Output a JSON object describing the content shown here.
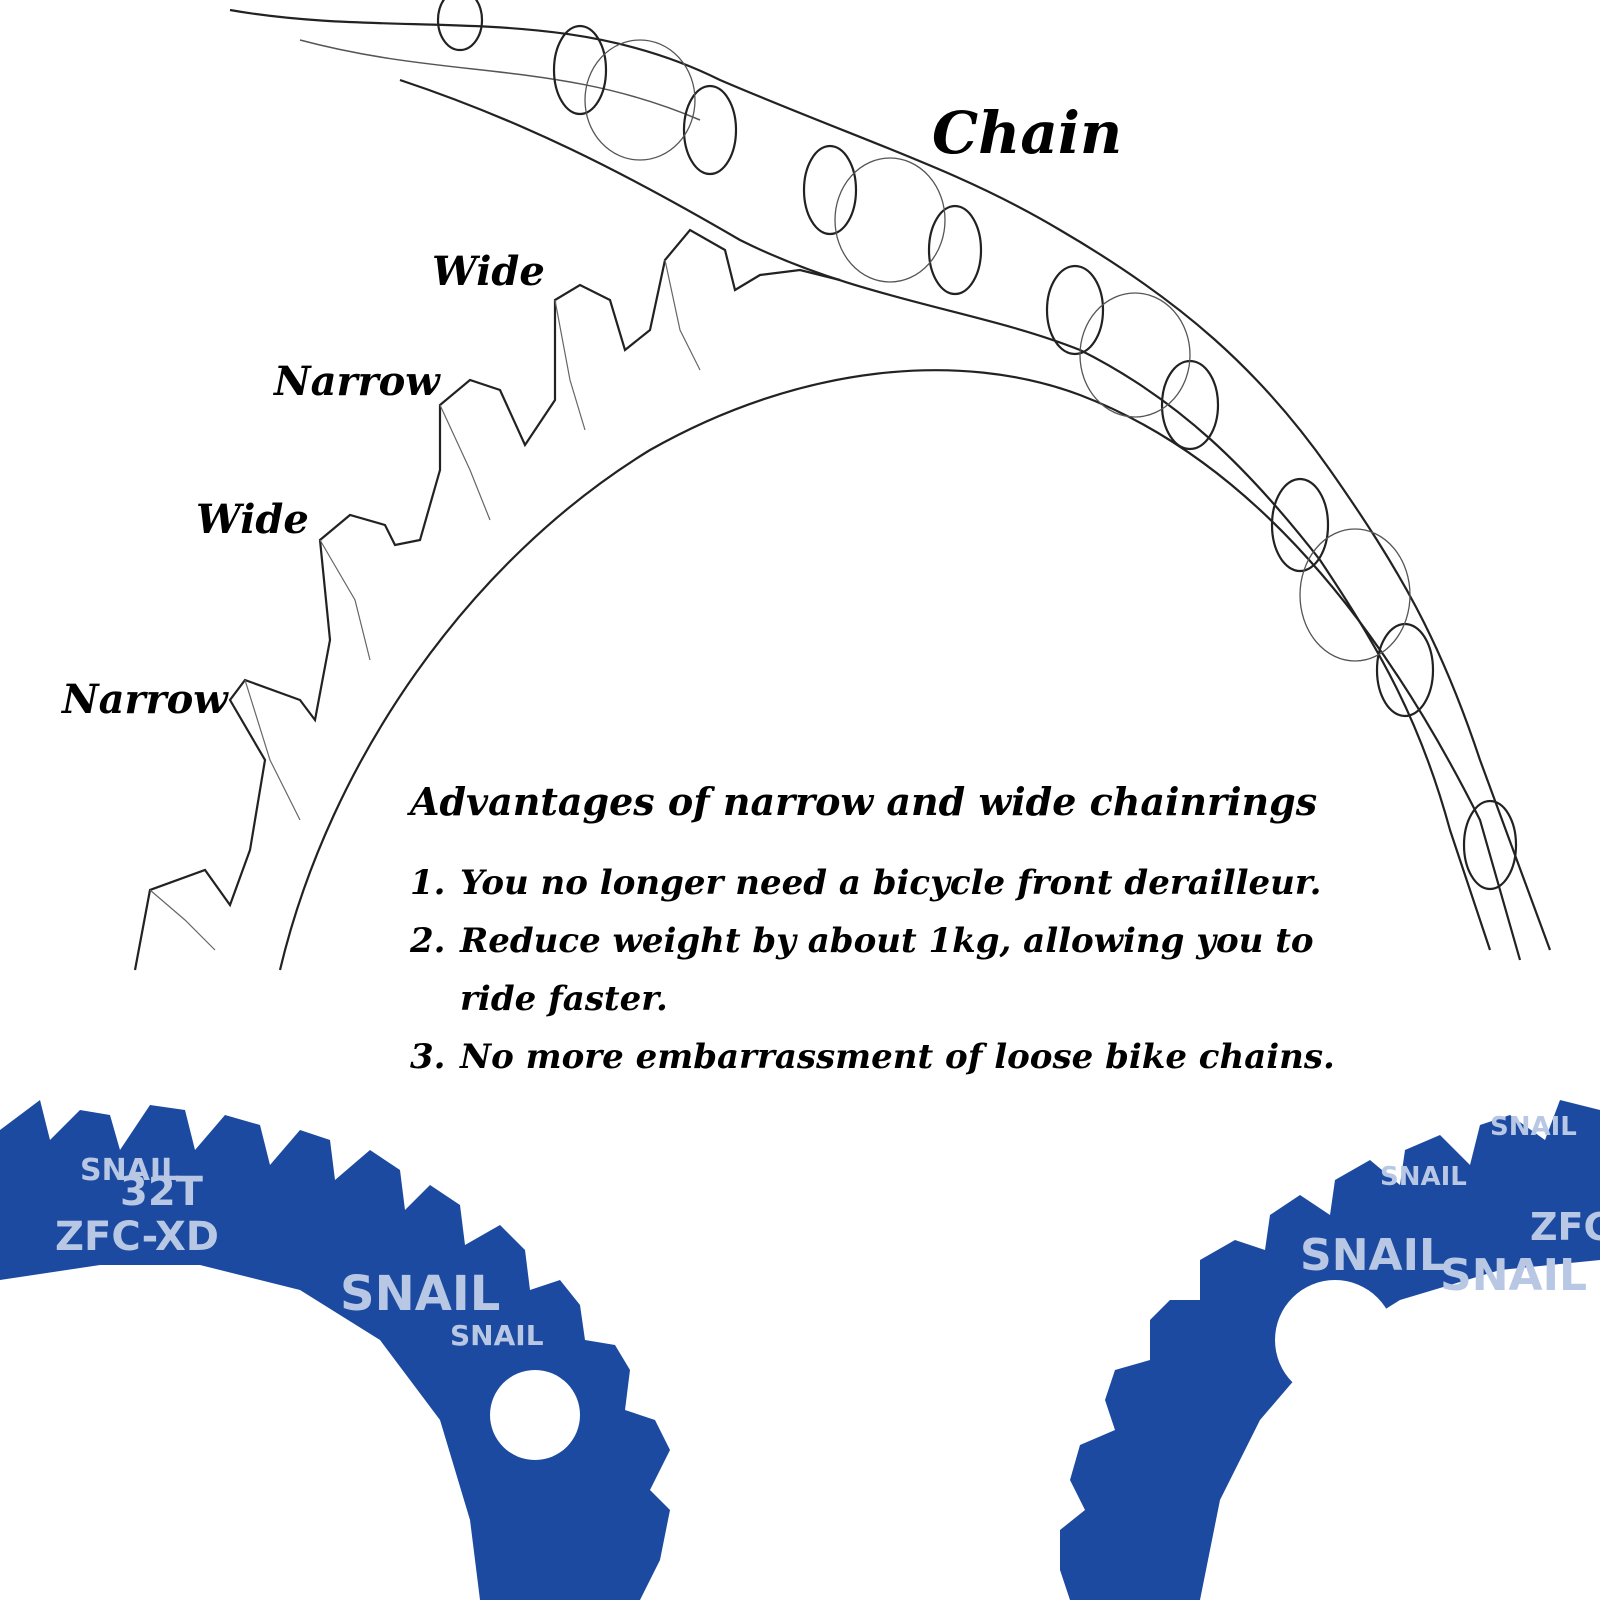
{
  "labels": {
    "chain": "Chain",
    "wide_top": "Wide",
    "narrow_top": "Narrow",
    "wide_mid": "Wide",
    "narrow_low": "Narrow"
  },
  "advantages": {
    "title": "Advantages of narrow and wide chainrings",
    "items": [
      {
        "num": "1.",
        "text": "You no longer need a bicycle front derailleur."
      },
      {
        "num": "2.",
        "text": "Reduce weight by about 1kg, allowing you to ride faster."
      },
      {
        "num": "3.",
        "text": "No more embarrassment of loose bike chains."
      }
    ]
  },
  "chainring": {
    "tooth_count": "32T",
    "model": "ZFC-XD",
    "brand": "SNAIL",
    "color": "#1c4aa0",
    "engraving_color": "#b8c8e4"
  },
  "line_art_color": "#222222"
}
